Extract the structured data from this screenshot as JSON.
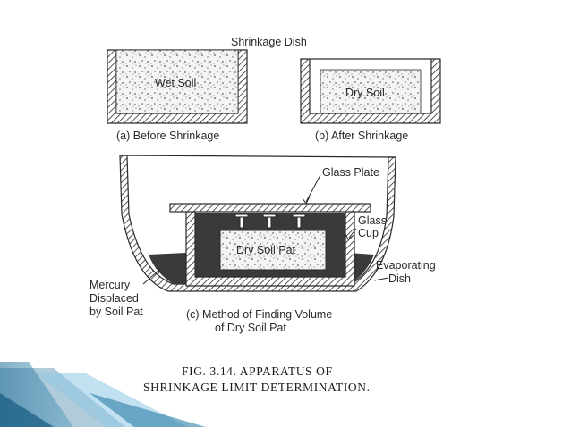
{
  "labels": {
    "top_title": "Shrinkage Dish",
    "wet_soil": "Wet Soil",
    "dry_soil": "Dry Soil",
    "caption_a": "(a) Before Shrinkage",
    "caption_b": "(b) After Shrinkage",
    "glass_plate": "Glass Plate",
    "glass_cup_1": "Glass",
    "glass_cup_2": "Cup",
    "dry_soil_pat": "Dry Soil Pat",
    "evaporating_1": "Evaporating",
    "evaporating_2": "Dish",
    "mercury_1": "Mercury",
    "mercury_2": "Displaced",
    "mercury_3": "by Soil Pat",
    "caption_c_1": "(c) Method of Finding Volume",
    "caption_c_2": "of Dry Soil Pat"
  },
  "figure_caption": {
    "line1": "FIG. 3.14.  APPARATUS  OF",
    "line2": "SHRINKAGE  LIMIT  DETERMINATION."
  },
  "colors": {
    "ink": "#2a2a2a",
    "mercury": "#3a3a3a",
    "accent_blue_dark": "#1c6a94",
    "accent_blue_light": "#8fc9e4"
  }
}
